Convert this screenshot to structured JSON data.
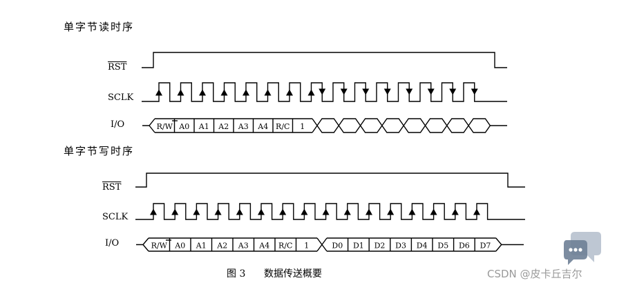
{
  "sections": {
    "read_title": "单字节读时序",
    "write_title": "单字节写时序"
  },
  "signals": {
    "rst": "RST",
    "sclk": "SCLK",
    "io": "I/O"
  },
  "read_io": {
    "labels": [
      "R/W",
      "A0",
      "A1",
      "A2",
      "A3",
      "A4",
      "R/C",
      "1"
    ]
  },
  "write_io": {
    "labels": [
      "R/W",
      "A0",
      "A1",
      "A2",
      "A3",
      "A4",
      "R/C",
      "1",
      "D0",
      "D1",
      "D2",
      "D3",
      "D4",
      "D5",
      "D6",
      "D7"
    ]
  },
  "caption": {
    "figure": "图 3",
    "title": "数据传送概要"
  },
  "watermark": {
    "text": "CSDN @皮卡丘吉尔"
  },
  "icons": {
    "chat": "chat-bubble-icon"
  }
}
